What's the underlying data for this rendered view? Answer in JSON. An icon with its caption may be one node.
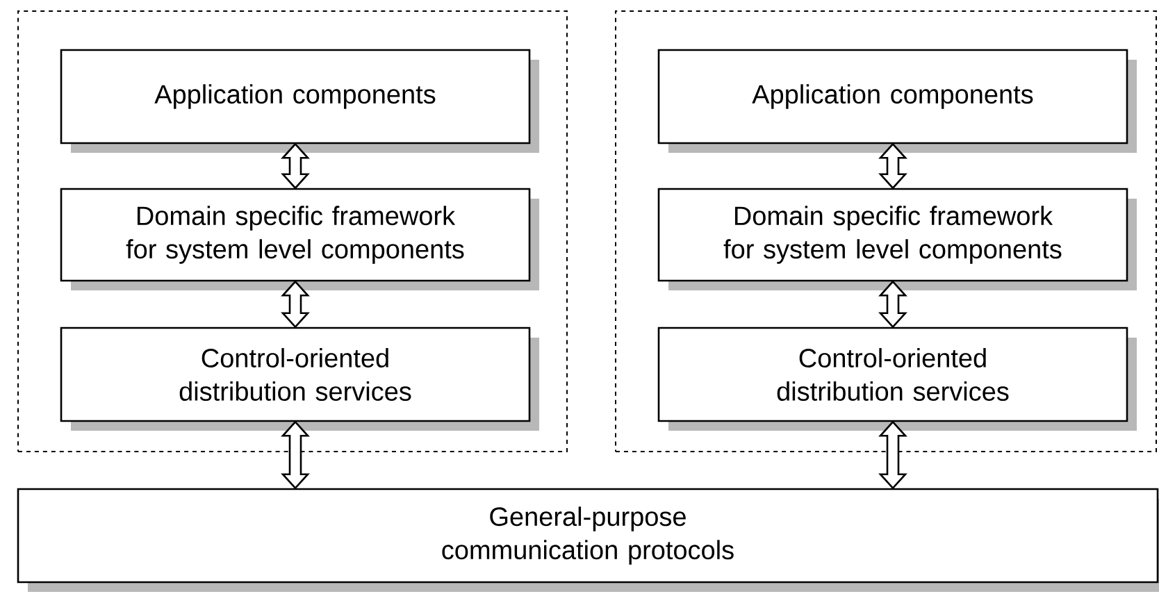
{
  "diagram": {
    "nodes": [
      {
        "text": [],
        "shape": "box"
      },
      {
        "text": [
          "Application components"
        ],
        "in": 0
      },
      {
        "text": [
          "Domain specific framework for system level components"
        ],
        "in": 0
      },
      {
        "text": [
          "Control-oriented distribution services"
        ],
        "in": 0
      },
      {
        "text": [],
        "shape": "box"
      },
      {
        "text": [
          "Application components"
        ],
        "in": 4
      },
      {
        "text": [
          "Domain specific framework for system level components"
        ],
        "in": 4
      },
      {
        "text": [
          "Control-oriented distribution services"
        ],
        "in": 4
      },
      {
        "text": [
          "General-purpose communication protocols"
        ]
      }
    ],
    "edges": [
      {
        "from": 1,
        "to": 2,
        "arrow": "both"
      },
      {
        "from": 2,
        "to": 3,
        "arrow": "both"
      },
      {
        "from": 3,
        "to": 8,
        "arrow": "both"
      },
      {
        "from": 5,
        "to": 6,
        "arrow": "both"
      },
      {
        "from": 6,
        "to": 7,
        "arrow": "both"
      },
      {
        "from": 7,
        "to": 8,
        "arrow": "both"
      }
    ]
  }
}
